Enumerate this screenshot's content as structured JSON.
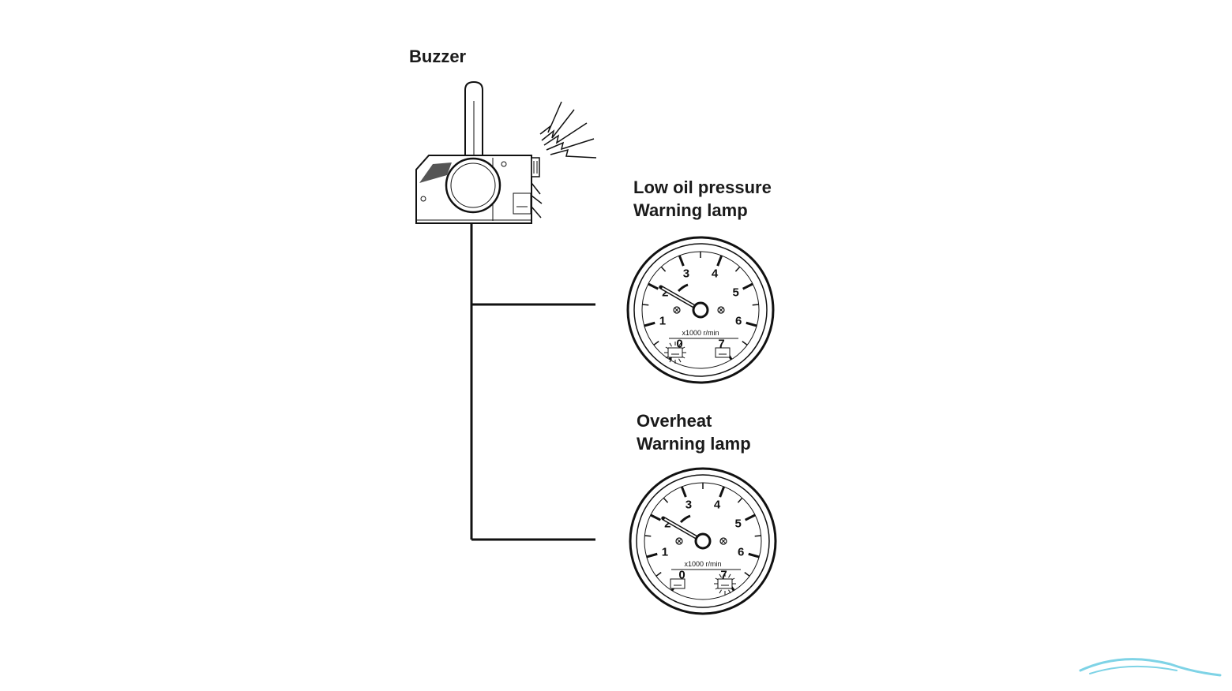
{
  "labels": {
    "buzzer": "Buzzer",
    "low_oil_line1": "Low oil pressure",
    "low_oil_line2": "Warning lamp",
    "overheat_line1": "Overheat",
    "overheat_line2": "Warning lamp"
  },
  "gauge": {
    "scale": [
      "0",
      "1",
      "2",
      "3",
      "4",
      "5",
      "6",
      "7"
    ],
    "unit": "x1000 r/min"
  },
  "colors": {
    "line": "#111111",
    "watermark": "#7ed3e6"
  }
}
